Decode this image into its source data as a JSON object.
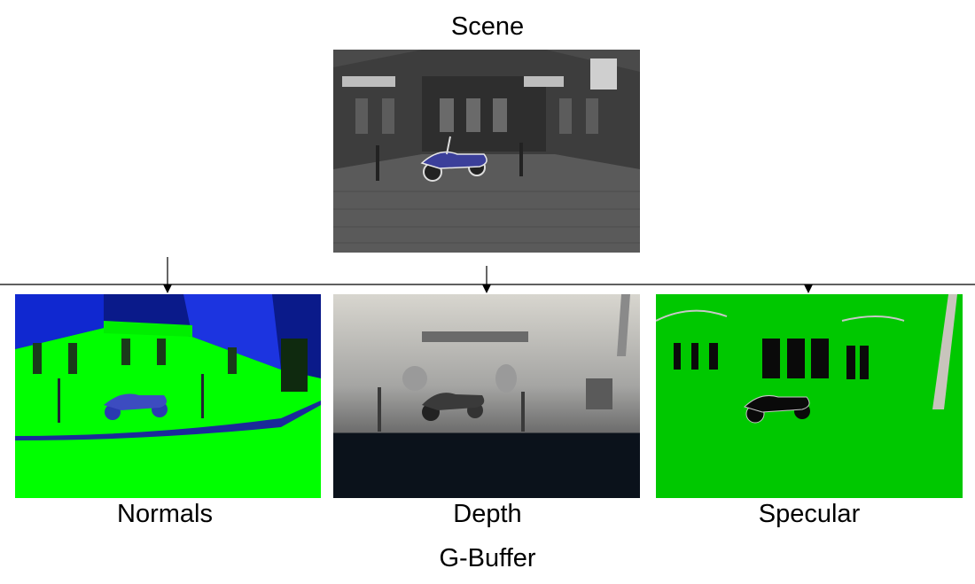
{
  "scene": {
    "title": "Scene"
  },
  "gbuffer": {
    "title": "G-Buffer",
    "panels": [
      {
        "label": "Normals"
      },
      {
        "label": "Depth"
      },
      {
        "label": "Specular"
      }
    ]
  },
  "colors": {
    "normals_ground": "#00ff00",
    "normals_wall": "#1028d0",
    "depth_far": "#d8d6cf",
    "depth_near": "#0b121b",
    "specular_bg": "#00c800",
    "scene_ground": "#5a5a5a"
  }
}
